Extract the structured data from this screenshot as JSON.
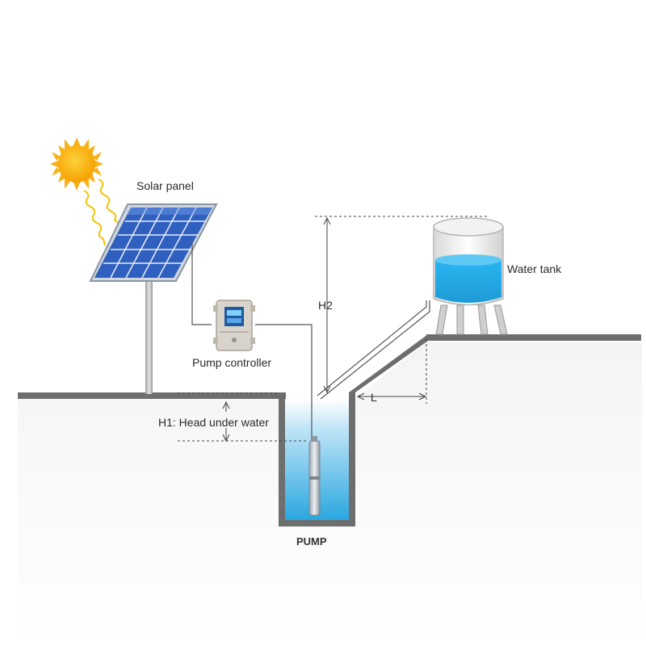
{
  "labels": {
    "solar_panel": "Solar panel",
    "pump_controller": "Pump controller",
    "water_tank": "Water tank",
    "h2": "H2",
    "h1": "H1: Head under water",
    "l": "L",
    "pump": "PUMP"
  },
  "colors": {
    "ground_line": "#6e6e6e",
    "ground_fill": "#f3f3f3",
    "water": "#2aa7e0",
    "sun": "#f5a623",
    "panel_cell": "#3f6fd0",
    "wire": "#555555"
  },
  "icons": [
    "sun-icon",
    "solar-panel-icon",
    "pump-controller-icon",
    "water-tank-icon",
    "pump-icon"
  ]
}
